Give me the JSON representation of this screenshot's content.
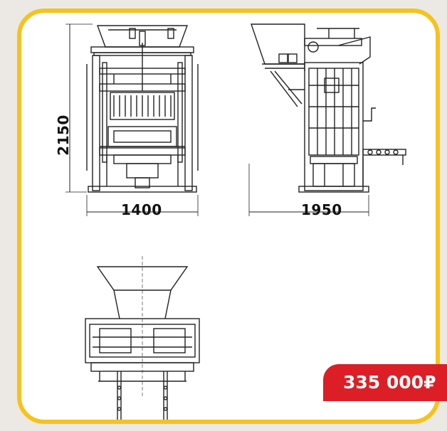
{
  "dimensions": {
    "height": "2150",
    "front_width": "1400",
    "side_length": "1950"
  },
  "price": {
    "amount": "335 000",
    "currency_glyph": "₽"
  },
  "colors": {
    "frame": "#f5c31c",
    "price_bg": "#dc1f26",
    "line": "#222222"
  }
}
